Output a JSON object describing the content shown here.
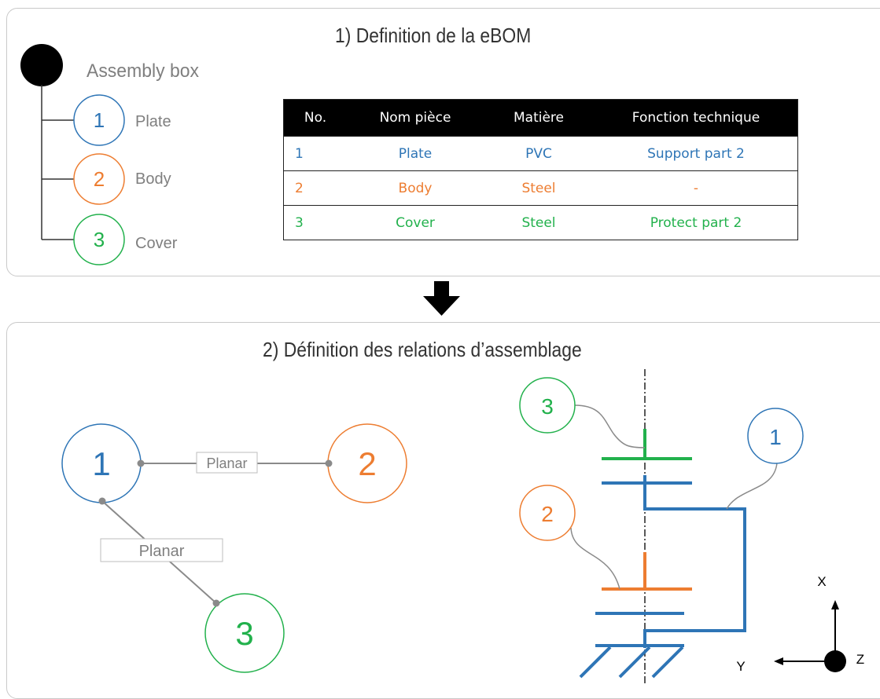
{
  "section1": {
    "title": "1) Definition de la eBOM",
    "tree": {
      "root_label": "Assembly box",
      "items": [
        {
          "number": "1",
          "label": "Plate"
        },
        {
          "number": "2",
          "label": "Body"
        },
        {
          "number": "3",
          "label": "Cover"
        }
      ]
    },
    "table": {
      "headers": [
        "No.",
        "Nom pièce",
        "Matière",
        "Fonction technique"
      ],
      "rows": [
        {
          "no": "1",
          "name": "Plate",
          "material": "PVC",
          "function": "Support part 2"
        },
        {
          "no": "2",
          "name": "Body",
          "material": "Steel",
          "function": "-"
        },
        {
          "no": "3",
          "name": "Cover",
          "material": "Steel",
          "function": "Protect part 2"
        }
      ]
    }
  },
  "section2": {
    "title": "2) Définition des relations d’assemblage",
    "graph": {
      "nodes": [
        "1",
        "2",
        "3"
      ],
      "relations": [
        "Planar",
        "Planar"
      ]
    },
    "schematic": {
      "callouts": [
        "3",
        "1",
        "2"
      ],
      "axes": {
        "x": "X",
        "y": "Y",
        "z": "Z"
      }
    }
  },
  "colors": {
    "part1": "#2e75b6",
    "part2": "#ed7d31",
    "part3": "#22b14c",
    "line": "#8a8a8a",
    "text_gray": "#7f7f7f"
  }
}
